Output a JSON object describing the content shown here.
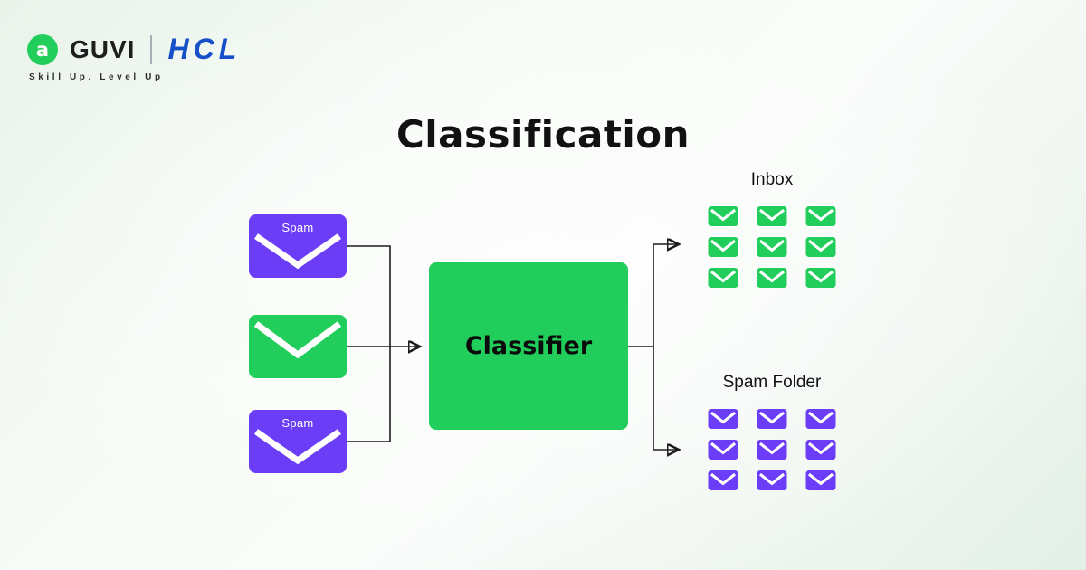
{
  "header": {
    "brand": "GUVI",
    "partner": "HCL",
    "tagline": "Skill Up. Level Up",
    "logo_glyph": "a"
  },
  "title": "Classification",
  "diagram": {
    "inputs": [
      {
        "label": "Spam",
        "type": "spam"
      },
      {
        "label": "",
        "type": "normal"
      },
      {
        "label": "Spam",
        "type": "spam"
      }
    ],
    "classifier_label": "Classifier",
    "outputs": [
      {
        "label": "Inbox",
        "type": "inbox",
        "count": 9
      },
      {
        "label": "Spam Folder",
        "type": "spam",
        "count": 9
      }
    ]
  },
  "colors": {
    "green": "#22CE5B",
    "purple": "#6B3DF6",
    "hcl_blue": "#1550C8",
    "line": "#1c1c1c"
  }
}
